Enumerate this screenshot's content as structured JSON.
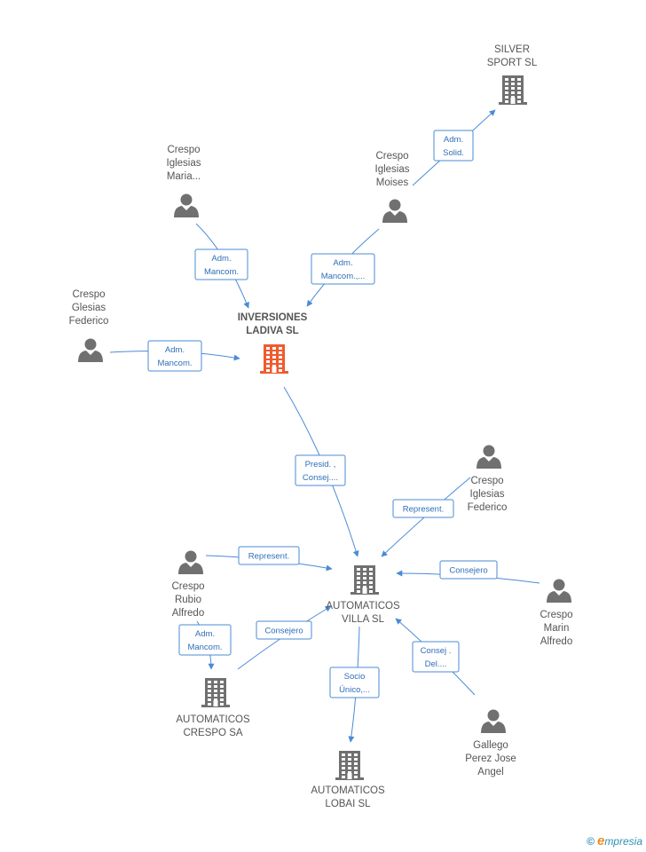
{
  "colors": {
    "edge": "#4a8bd6",
    "node": "#707070",
    "main_node": "#ef5b2e",
    "label": "#555555"
  },
  "nodes": [
    {
      "id": "silver",
      "type": "company",
      "icon": "building-icon",
      "lines": [
        "SILVER",
        "SPORT  SL"
      ]
    },
    {
      "id": "maria",
      "type": "person",
      "icon": "person-icon",
      "lines": [
        "Crespo",
        "Iglesias",
        "Maria..."
      ]
    },
    {
      "id": "moises",
      "type": "person",
      "icon": "person-icon",
      "lines": [
        "Crespo",
        "Iglesias",
        "Moises"
      ]
    },
    {
      "id": "ladiva",
      "type": "company",
      "main": true,
      "icon": "building-icon",
      "lines": [
        "INVERSIONES",
        "LADIVA SL"
      ]
    },
    {
      "id": "glesias",
      "type": "person",
      "icon": "person-icon",
      "lines": [
        "Crespo",
        "Glesias",
        "Federico"
      ]
    },
    {
      "id": "federico",
      "type": "person",
      "icon": "person-icon",
      "lines": [
        "Crespo",
        "Iglesias",
        "Federico"
      ]
    },
    {
      "id": "rubio",
      "type": "person",
      "icon": "person-icon",
      "lines": [
        "Crespo",
        "Rubio",
        "Alfredo"
      ]
    },
    {
      "id": "villa",
      "type": "company",
      "icon": "building-icon",
      "lines": [
        "AUTOMATICOS",
        "VILLA  SL"
      ]
    },
    {
      "id": "marin",
      "type": "person",
      "icon": "person-icon",
      "lines": [
        "Crespo",
        "Marin",
        "Alfredo"
      ]
    },
    {
      "id": "crespo_sa",
      "type": "company",
      "icon": "building-icon",
      "lines": [
        "AUTOMATICOS",
        "CRESPO SA"
      ]
    },
    {
      "id": "gallego",
      "type": "person",
      "icon": "person-icon",
      "lines": [
        "Gallego",
        "Perez Jose",
        "Angel"
      ]
    },
    {
      "id": "lobai",
      "type": "company",
      "icon": "building-icon",
      "lines": [
        "AUTOMATICOS",
        "LOBAI  SL"
      ]
    }
  ],
  "edges": [
    {
      "id": "e1",
      "from": "moises",
      "to": "silver",
      "lines": [
        "Adm.",
        "Solid."
      ]
    },
    {
      "id": "e2",
      "from": "maria",
      "to": "ladiva",
      "lines": [
        "Adm.",
        "Mancom."
      ]
    },
    {
      "id": "e3",
      "from": "moises",
      "to": "ladiva",
      "lines": [
        "Adm.",
        "Mancom.,..."
      ]
    },
    {
      "id": "e4",
      "from": "glesias",
      "to": "ladiva",
      "lines": [
        "Adm.",
        "Mancom."
      ]
    },
    {
      "id": "e5",
      "from": "ladiva",
      "to": "villa",
      "lines": [
        "Presid. ,",
        "Consej...."
      ]
    },
    {
      "id": "e6",
      "from": "federico",
      "to": "villa",
      "lines": [
        "Represent."
      ]
    },
    {
      "id": "e7",
      "from": "rubio",
      "to": "villa",
      "lines": [
        "Represent."
      ]
    },
    {
      "id": "e8",
      "from": "marin",
      "to": "villa",
      "lines": [
        "Consejero"
      ]
    },
    {
      "id": "e9",
      "from": "rubio",
      "to": "crespo_sa",
      "lines": [
        "Adm.",
        "Mancom."
      ]
    },
    {
      "id": "e10",
      "from": "crespo_sa",
      "to": "villa",
      "lines": [
        "Consejero"
      ]
    },
    {
      "id": "e11",
      "from": "gallego",
      "to": "villa",
      "lines": [
        "Consej .",
        "Del...."
      ]
    },
    {
      "id": "e12",
      "from": "villa",
      "to": "lobai",
      "lines": [
        "Socio",
        "Único,..."
      ]
    }
  ],
  "footer": {
    "copyright": "©",
    "brand_initial": "e",
    "brand_rest": "mpresia"
  }
}
